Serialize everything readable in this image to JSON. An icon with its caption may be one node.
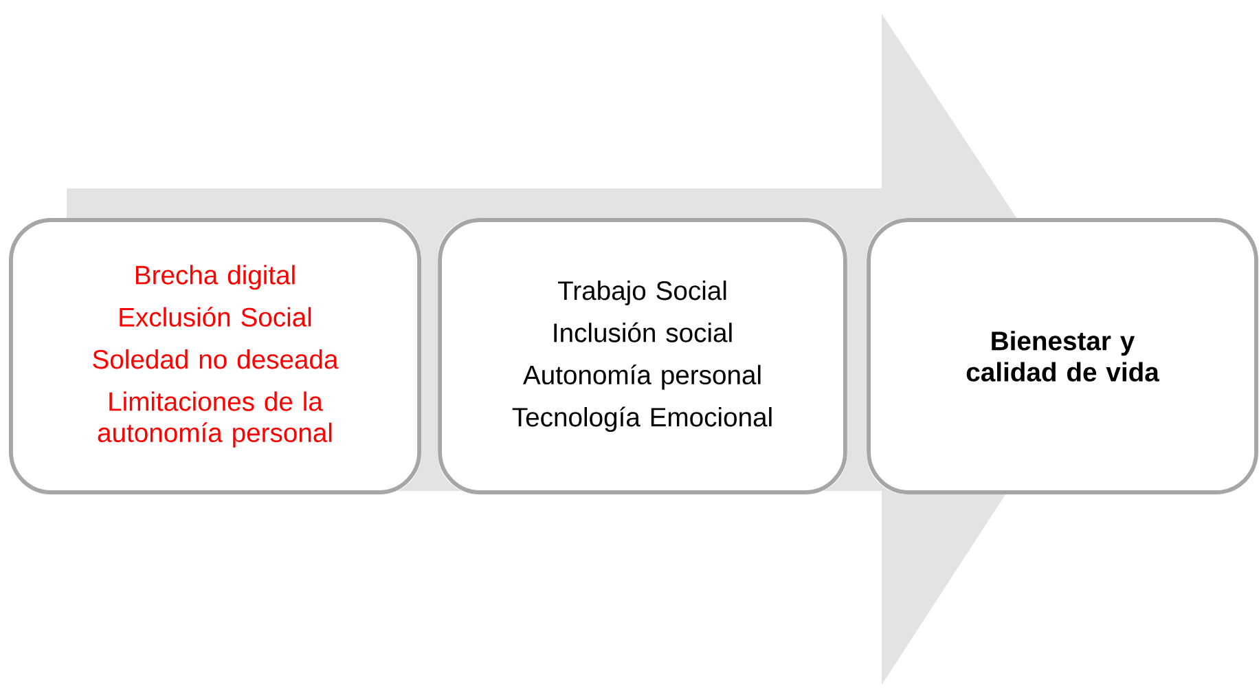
{
  "diagram": {
    "nodes": [
      {
        "text": [
          "Brecha digital",
          "Exclusión Social",
          "Soledad no deseada",
          "Limitaciones de la autonomía personal"
        ]
      },
      {
        "text": [
          "Trabajo Social",
          "Inclusión social",
          "Autonomía personal",
          "Tecnología Emocional"
        ]
      },
      {
        "text": [
          "Bienestar y calidad de vida"
        ]
      }
    ],
    "edges": [
      {
        "from": 0,
        "to": 2,
        "arrow": "to"
      }
    ]
  }
}
